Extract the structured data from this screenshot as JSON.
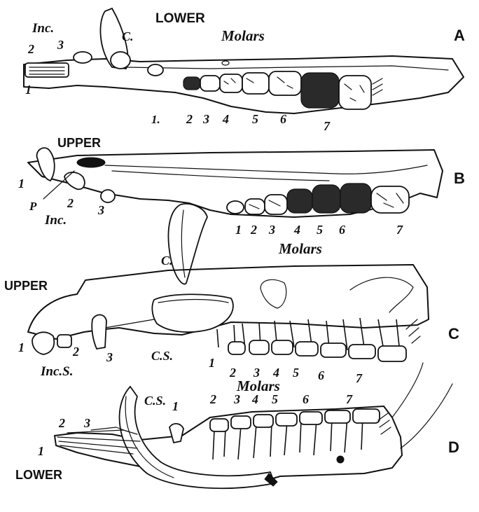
{
  "figure": {
    "A": {
      "letter": "A",
      "region": "LOWER",
      "molars_label": "Molars",
      "inc_label": "Inc.",
      "canine_label": "C.",
      "incisor_numbers": [
        "1",
        "2",
        "3"
      ],
      "molar_numbers": [
        "1.",
        "2",
        "3",
        "4",
        "5",
        "6",
        "7"
      ]
    },
    "B": {
      "letter": "B",
      "region": "UPPER",
      "molars_label": "Molars",
      "inc_label": "Inc.",
      "canine_label": "C.",
      "p_label": "P",
      "incisor_numbers": [
        "1",
        "2",
        "3"
      ],
      "molar_numbers": [
        "1",
        "2",
        "3",
        "4",
        "5",
        "6",
        "7"
      ]
    },
    "C": {
      "letter": "C",
      "region": "UPPER",
      "molars_label": "Molars",
      "inc_label": "Inc.S.",
      "cs_label": "C.S.",
      "incisor_numbers": [
        "1",
        "2",
        "3"
      ],
      "molar_numbers": [
        "1",
        "2",
        "3",
        "4",
        "5",
        "6",
        "7"
      ]
    },
    "D": {
      "letter": "D",
      "region": "LOWER",
      "cs_label": "C.S.",
      "incisor_numbers": [
        "1",
        "2",
        "3"
      ],
      "molar_numbers": [
        "1",
        "2",
        "3",
        "4",
        "5",
        "6",
        "7"
      ]
    }
  }
}
